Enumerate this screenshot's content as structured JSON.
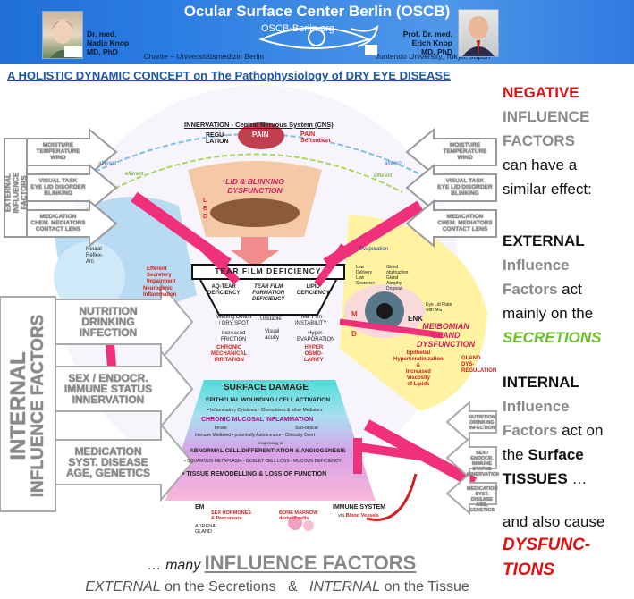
{
  "header": {
    "title": "Ocular Surface Center Berlin (OSCB)",
    "url": "OSCB-Berlin.org",
    "affiliation": "Charite – Universitätsmedizin Berlin",
    "affiliation_right": "Juntendo University, Tokyo, Japan",
    "left_doctor": [
      "Dr. med.",
      "Nadja Knop",
      "MD, PhD"
    ],
    "right_doctor": [
      "Prof. Dr. med.",
      "Erich Knop",
      "MD, PhD"
    ]
  },
  "concept_title": "A HOLISTIC DYNAMIC CONCEPT on The Pathophysiology of DRY EYE DISEASE",
  "side_panel": {
    "negative": "NEGATIVE",
    "influence": "INFLUENCE",
    "factors": "FACTORS",
    "can_have": "can have a",
    "similar": "similar effect:",
    "external": "EXTERNAL",
    "ext_influence": "Influence",
    "ext_factors": "Factors",
    "act": "act",
    "mainly": "mainly on the",
    "secretions": "SECRETIONS",
    "internal": "INTERNAL",
    "int_influence": "Influence",
    "int_factors": "Factors",
    "act_on": "act on",
    "the": "the",
    "surface": "Surface",
    "tissues": "TISSUES",
    "ellipsis": " …",
    "also_cause": "and also cause",
    "dysfunc": "DYSFUNC-",
    "tions": "TIONS"
  },
  "diagram": {
    "innervation": "INNERVATION - Central Nervous System (CNS)",
    "regulation": [
      "REGU-",
      "LATION"
    ],
    "pain": "PAIN",
    "pain_sensation": [
      "PAIN",
      "Sensation"
    ],
    "afferent": "afferent",
    "efferent": "efferent",
    "lid_blinking": [
      "LID & BLINKING",
      "DYSFUNCTION"
    ],
    "lbd": [
      "L",
      "B",
      "D"
    ],
    "ext_left_arrows": [
      [
        "MOISTURE",
        "TEMPERATURE",
        "WIND"
      ],
      [
        "VISUAL TASK",
        "EYE LID DISORDER",
        "BLINKING"
      ],
      [
        "MEDICATION",
        "CHEM. MEDIATORS",
        "CONTACT LENS"
      ]
    ],
    "ext_vertical": [
      "EXTERNAL",
      "INFLUENCE",
      "FACTORS"
    ],
    "neural_reflex": [
      "Neural",
      "Reflex-",
      "Arc"
    ],
    "efferent_text": [
      "Efferent",
      "Secretory",
      "Impairment"
    ],
    "neurogenic": [
      "Neurogenic",
      "Inflammation"
    ],
    "tear_film_deficiency": "TEAR FILM DEFICIENCY",
    "aq_tear": [
      "AQ-TEAR",
      "DEFICIENCY"
    ],
    "tear_film_formation": [
      "TEAR FILM",
      "FORMATION",
      "DEFICIENCY"
    ],
    "lipid": [
      "LIPID",
      "DEFICIENCY"
    ],
    "wetting": [
      "Wetting Defect",
      "/ DRY SPOT"
    ],
    "unstable": "Unstable",
    "tear_film_instability": [
      "Tear Film",
      "INSTABILITY"
    ],
    "increased_friction": [
      "Increased",
      "FRICTION"
    ],
    "visual_acuity": [
      "Visual",
      "acuity"
    ],
    "hyper_evap": [
      "Hyper-",
      "EVAPORATION"
    ],
    "chronic_mech": [
      "CHRONIC",
      "MECHANICAL",
      "IRRITATION"
    ],
    "hyper_osmo": [
      "HYPER",
      "OSMO-",
      "LARITY"
    ],
    "int_vertical": [
      "INTERNAL",
      "INFLUENCE FACTORS"
    ],
    "int_arrows": [
      [
        "NUTRITION",
        "DRINKING",
        "INFECTION"
      ],
      [
        "SEX / ENDOCR.",
        "IMMUNE STATUS",
        "INNERVATION"
      ],
      [
        "MEDICATION",
        "SYST. DISEASE",
        "AGE, GENETICS"
      ]
    ],
    "surface_damage": "SURFACE DAMAGE",
    "epithelial": "EPITHELIAL WOUNDING / CELL ACTIVATION",
    "inflammatory": "• Inflammatory Cytokines - Chemokines & other Mediators",
    "chronic_mucosal": "CHRONIC MUCOSAL INFLAMMATION",
    "innate": "Innate",
    "subclinical": "Sub-clinical",
    "immune_mediated": "Immune Mediated  • potentially Autoimmune  • Clinically Overt",
    "progressing": "progressing to",
    "abnormal": "ABNORMAL CELL DIFFERENTIATION & ANGIOGENESIS",
    "metaplasia": "• SQUAMOUS METAPLASIA - GOBLET CELL LOSS - MUCOUS DEFICIENCY",
    "remodelling": "• TISSUE REMODELLING & LOSS OF FUNCTION",
    "evaporation": "Evaporation",
    "gland_labels": [
      "Low",
      "Delivery",
      "Low",
      "Secretion",
      "Gland",
      "obstruction",
      "Gland",
      "Atrophy",
      "Dropout"
    ],
    "eye_lid_plate": [
      "Eye Lid Plate",
      "with MG"
    ],
    "enk": "ENK",
    "mgd": [
      "M",
      "G",
      "D"
    ],
    "meibomian": [
      "MEIBOMIAN",
      "GLAND",
      "DYSFUNCTION"
    ],
    "epithelial_hyper": [
      "Epithelial",
      "Hyperkeratinization",
      "&",
      "Increased",
      "Viscosity",
      "of Lipids"
    ],
    "gland_dysreg": [
      "GLAND",
      "DYS-",
      "REGULATION"
    ],
    "immune_system": "IMMUNE SYSTEM",
    "via_blood": [
      "via",
      "Blood Vessels"
    ],
    "sex_hormones": [
      "SEX HORMONES",
      "& Precursors"
    ],
    "bone_marrow": [
      "BONE MARROW",
      "derived cells"
    ],
    "adrenal": [
      "ADRENAL",
      "GLAND"
    ],
    "em": "EM",
    "right_int_arrows": [
      [
        "NUTRITION",
        "DRINKING",
        "INFECTION"
      ],
      [
        "SEX / ENDOCR.",
        "IMMUNE STATUS",
        "INNERVATION"
      ],
      [
        "MEDICATION",
        "SYST. DISEASE",
        "AGE, GENETICS"
      ]
    ],
    "right_ext_arrows": [
      [
        "MOISTURE",
        "TEMPERATURE",
        "WIND"
      ],
      [
        "VISUAL TASK",
        "EYE LID DISORDER",
        "BLINKING"
      ],
      [
        "MEDICATION",
        "CHEM. MEDIATORS",
        "CONTACT LENS"
      ]
    ]
  },
  "bottom": {
    "many": "… many ",
    "influence_factors": "INFLUENCE FACTORS",
    "external": "EXTERNAL",
    "on_secretions": " on the Secretions",
    "amp": "&",
    "internal": "INTERNAL",
    "on_tissue": " on the Tissue"
  }
}
